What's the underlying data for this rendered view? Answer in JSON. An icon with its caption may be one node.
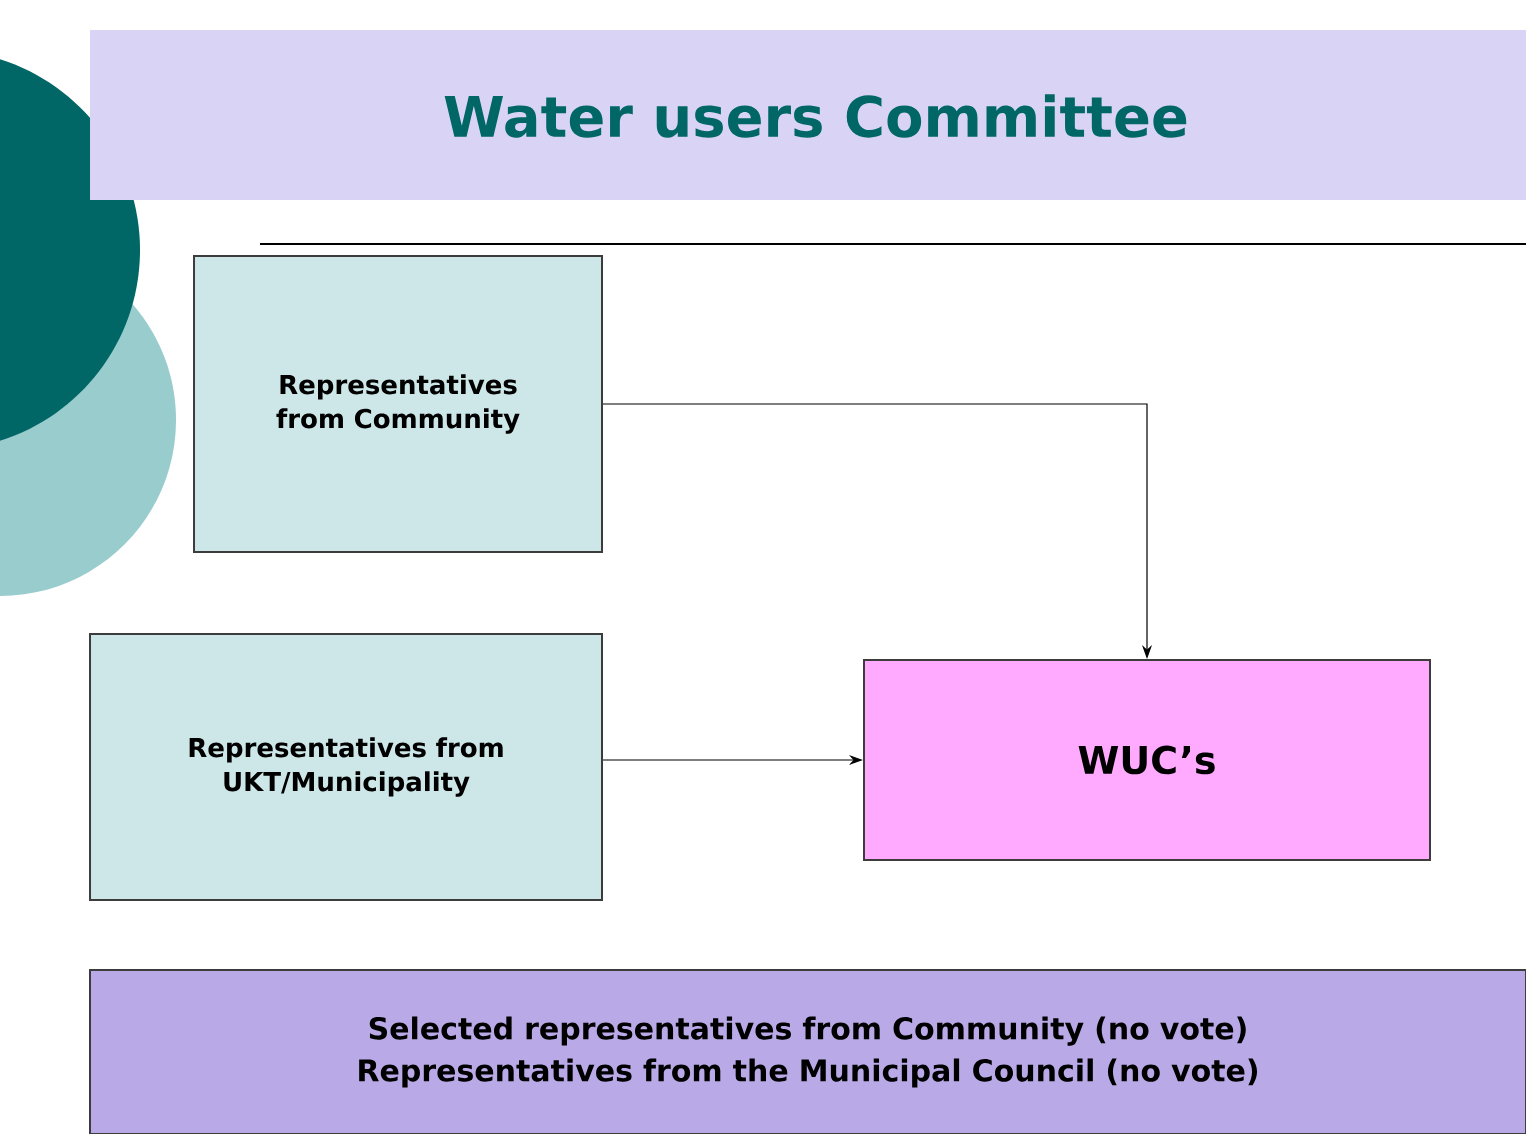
{
  "diagram": {
    "title": "Water users Committee",
    "nodes": [
      {
        "text": [
          "Representatives from Community"
        ]
      },
      {
        "text": [
          "Representatives from UKT/Municipality"
        ]
      },
      {
        "text": [
          "WUC’s"
        ]
      },
      {
        "text": [
          "Selected representatives from Community (no vote)",
          "Representatives from the Municipal Council  (no vote)"
        ]
      }
    ],
    "edges": [
      {
        "from": 0,
        "to": 2,
        "arrow": "to"
      },
      {
        "from": 1,
        "to": 2,
        "arrow": "to"
      }
    ]
  }
}
